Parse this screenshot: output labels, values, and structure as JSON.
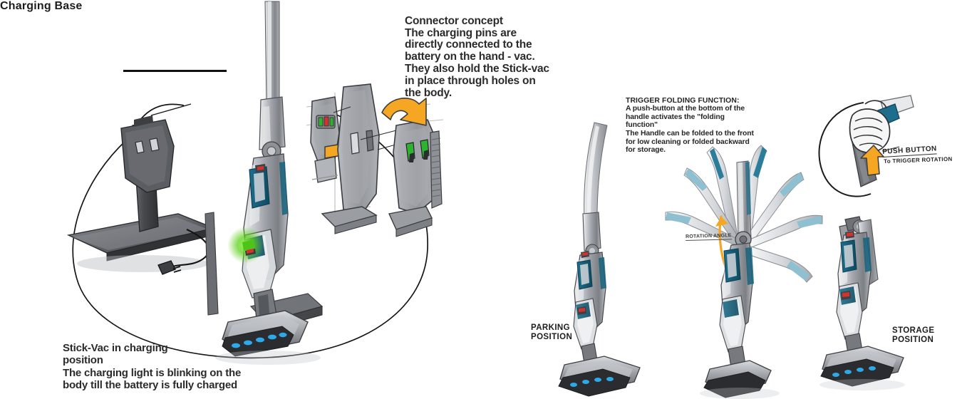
{
  "board": {
    "title": "Stick-Vac charging, connector and folding concept sketch board",
    "background": "#ffffff"
  },
  "annotations": {
    "connector_concept": {
      "heading": "Connector concept",
      "body": "The charging pins are\ndirectly connected to the\nbattery on the   hand - vac.\nThey also hold the Stick-vac\nin place through holes on\nthe body."
    },
    "charging_note": {
      "heading": "Stick-Vac in charging\nposition",
      "body": "The charging light is blinking on the\nbody till the battery is fully charged"
    },
    "charging_base_label": "Charging Base",
    "trigger_folding": {
      "heading": "TRIGGER FOLDING FUNCTION:",
      "body": "A push-button at the bottom of the\nhandle activates the \"folding\nfunction\"\nThe Handle can be folded to the front\nfor low cleaning or folded backward\nfor storage."
    },
    "parking_label": "PARKING\nPOSITION",
    "storage_label": "STORAGE\nPOSITION",
    "push_button_note": "PUSH BUTTON",
    "trigger_rotation_note": "To TRIGGER ROTATION",
    "rotation_angle_note": "ROTATION ANGLE"
  },
  "colors": {
    "ink": "#1a1a1a",
    "body_gray_light": "#c9ccd0",
    "body_gray_mid": "#9a9da3",
    "body_gray_dark": "#6e7176",
    "charcoal": "#4a4c50",
    "teal_accent": "#16617d",
    "teal_light": "#7fb3c6",
    "led_blue": "#1f8fd0",
    "arrow_orange": "#f5a623",
    "pin_green": "#2eb32e",
    "pin_red": "#d0342c",
    "glow_green": "#58d020",
    "sketch_line": "#3a3a3a"
  },
  "figures": [
    {
      "id": "charging-base",
      "label": "Charging Base",
      "description": "dark gray docking station with upright cradle and power cord with plug"
    },
    {
      "id": "stick-vac-charging",
      "label": "Stick-Vac in charging position",
      "description": "full stick vacuum standing in charging base with green glow and blue LED strip on nozzle"
    },
    {
      "id": "connector-details",
      "label": "Connector concept details",
      "description": "exploded hand-vac and stick body with orange insertion arrows and green/red charging pins"
    },
    {
      "id": "hand-grip",
      "label": "Hand pushing trigger button",
      "description": "hand gripping the handle with orange arrow pointing at the folding button"
    },
    {
      "id": "parking-position",
      "label": "PARKING POSITION",
      "description": "stick vacuum with handle folded forward for low cleaning"
    },
    {
      "id": "rotation-fan",
      "label": "ROTATION ANGLE",
      "description": "fan of handle positions sweeping through the rotation range with orange arc arrow"
    },
    {
      "id": "storage-position",
      "label": "STORAGE POSITION",
      "description": "stick vacuum with handle folded backward for storage"
    }
  ]
}
